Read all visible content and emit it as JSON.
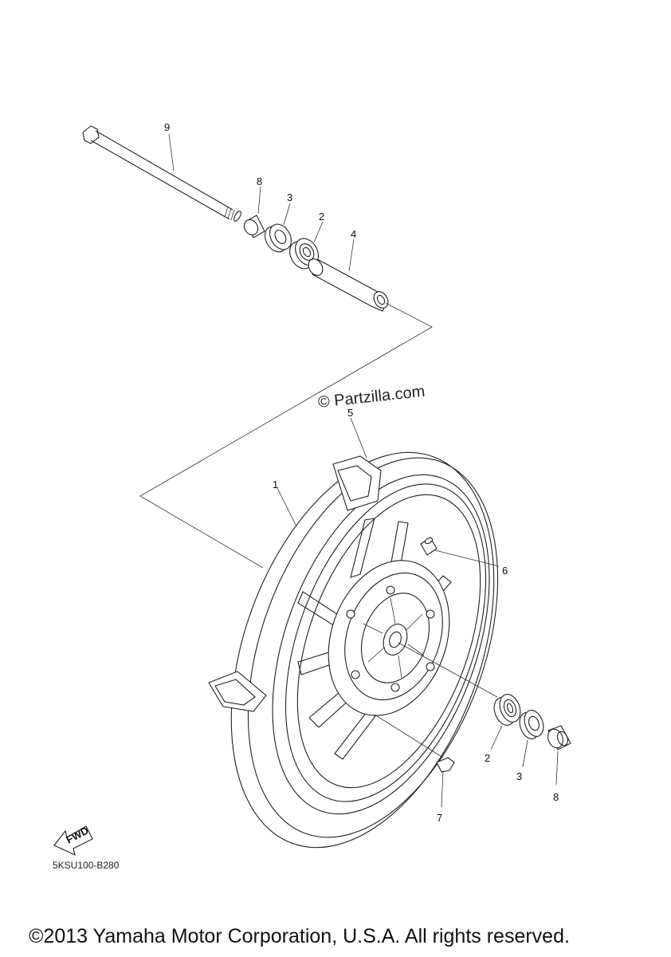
{
  "parts": {
    "axle": "9",
    "collar_top": "8",
    "oil_seal_top": "3",
    "bearing_top": "2",
    "spacer": "4",
    "wheel": "1",
    "tire_label": "5",
    "valve": "6",
    "bearing_bottom": "2",
    "oil_seal_bottom": "3",
    "collar_bottom": "8",
    "cap": "7"
  },
  "fwd_label": "FWD",
  "watermark": "© Partzilla.com",
  "diagram_code": "5KSU100-B280",
  "copyright": "©2013 Yamaha Motor Corporation, U.S.A. All rights reserved."
}
